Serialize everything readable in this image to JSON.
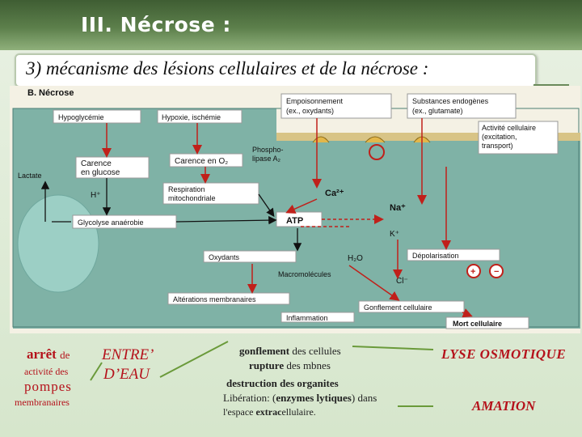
{
  "header": {
    "title": "III. Nécrose :"
  },
  "subtitle": "3) mécanisme des lésions cellulaires et de la nécrose :",
  "diagram": {
    "section_title": "B. Nécrose",
    "labels": {
      "hypoglycemie": "Hypoglycémie",
      "hypoxie": "Hypoxie, ischémie",
      "empoisonnement_1": "Empoisonnement",
      "empoisonnement_2": "(ex., oxydants)",
      "substances_1": "Substances endogènes",
      "substances_2": "(ex., glutamate)",
      "activite_1": "Activité cellulaire",
      "activite_2": "(excitation,",
      "activite_3": "transport)",
      "carence_glucose_1": "Carence",
      "carence_glucose_2": "en glucose",
      "carence_o2": "Carence en O₂",
      "phospholipase_1": "Phospho-",
      "phospholipase_2": "lipase A₂",
      "lactate": "Lactate",
      "h_plus": "H⁺",
      "respiration_1": "Respiration",
      "respiration_2": "mitochondriale",
      "ca": "Ca²⁺",
      "glycolyse": "Glycolyse anaérobie",
      "atp": "ATP",
      "na": "Na⁺",
      "k": "K⁺",
      "oxydants": "Oxydants",
      "h2o": "H₂O",
      "depolarisation": "Dépolarisation",
      "macromolecules": "Macromolécules",
      "cl": "Cl⁻",
      "alterations": "Altérations membranaires",
      "gonflement": "Gonflement cellulaire",
      "inflammation": "Inflammation",
      "mort": "Mort cellulaire"
    }
  },
  "bottom": {
    "arret_1": "arrêt",
    "arret_2": "de",
    "activite": "activité des",
    "pompes": "pompes",
    "membranaires": "membranaires",
    "entre_1": "ENTRE’",
    "entre_2": "D’EAU",
    "gonflement_1": "gonflement",
    "gonflement_2": "des cellules",
    "rupture_1": "rupture",
    "rupture_2": "des mbnes",
    "destruction": "destruction des organites",
    "liberation_1": "Libération: (",
    "liberation_2": "enzymes lytiques",
    "liberation_3": ") dans",
    "espace_1": "l'espace ",
    "espace_2": "extrac",
    "espace_3": "ellulaire.",
    "lyse": "LYSE OSMOTIQUE",
    "amation": "AMATION"
  }
}
